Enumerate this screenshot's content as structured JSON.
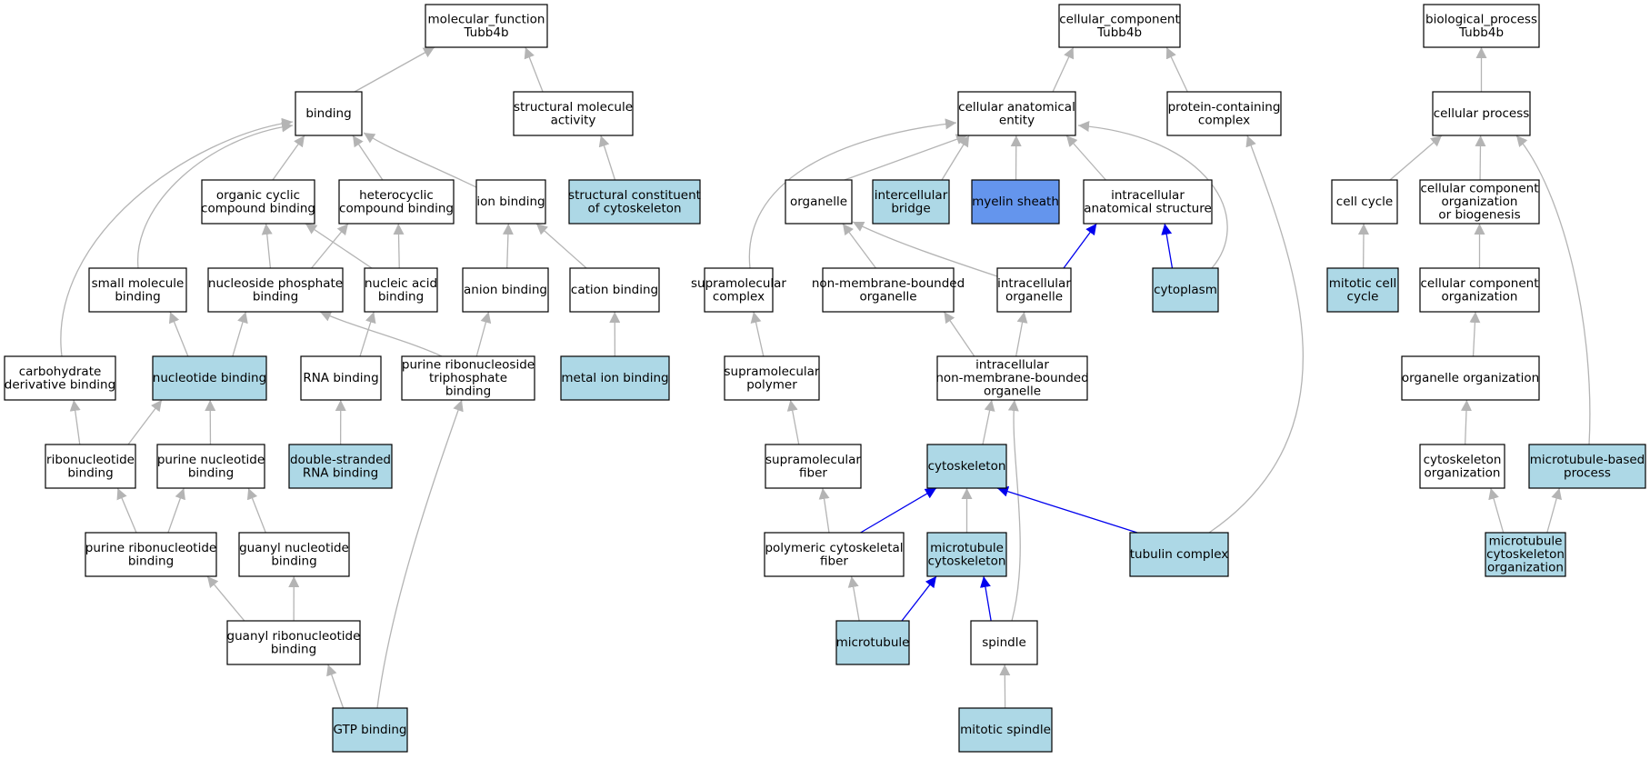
{
  "colors": {
    "plain_fill": "#ffffff",
    "annotated_fill": "#add8e6",
    "focus_fill": "#6495ed",
    "edge_grey": "#b4b4b4",
    "edge_blue": "#0000ee",
    "border": "#000000"
  },
  "nodes": [
    {
      "id": "mf_root",
      "lines": [
        "molecular_function",
        "Tubb4b"
      ],
      "style": "plain"
    },
    {
      "id": "binding",
      "lines": [
        "binding"
      ],
      "style": "plain"
    },
    {
      "id": "struct_mol",
      "lines": [
        "structural molecule",
        "activity"
      ],
      "style": "plain"
    },
    {
      "id": "org_cyclic",
      "lines": [
        "organic cyclic",
        "compound binding"
      ],
      "style": "plain"
    },
    {
      "id": "heterocyclic",
      "lines": [
        "heterocyclic",
        "compound binding"
      ],
      "style": "plain"
    },
    {
      "id": "ion_binding",
      "lines": [
        "ion binding"
      ],
      "style": "plain"
    },
    {
      "id": "struct_const",
      "lines": [
        "structural constituent",
        "of cytoskeleton"
      ],
      "style": "annotated"
    },
    {
      "id": "small_mol",
      "lines": [
        "small molecule",
        "binding"
      ],
      "style": "plain"
    },
    {
      "id": "nuc_phos",
      "lines": [
        "nucleoside phosphate",
        "binding"
      ],
      "style": "plain"
    },
    {
      "id": "nucleic_acid",
      "lines": [
        "nucleic acid",
        "binding"
      ],
      "style": "plain"
    },
    {
      "id": "anion",
      "lines": [
        "anion binding"
      ],
      "style": "plain"
    },
    {
      "id": "cation",
      "lines": [
        "cation binding"
      ],
      "style": "plain"
    },
    {
      "id": "carb",
      "lines": [
        "carbohydrate",
        "derivative binding"
      ],
      "style": "plain"
    },
    {
      "id": "nucleotide",
      "lines": [
        "nucleotide binding"
      ],
      "style": "annotated"
    },
    {
      "id": "rna",
      "lines": [
        "RNA binding"
      ],
      "style": "plain"
    },
    {
      "id": "purine_rnts",
      "lines": [
        "purine ribonucleoside",
        "triphosphate",
        "binding"
      ],
      "style": "plain"
    },
    {
      "id": "metal",
      "lines": [
        "metal ion binding"
      ],
      "style": "annotated"
    },
    {
      "id": "ribonuc",
      "lines": [
        "ribonucleotide",
        "binding"
      ],
      "style": "plain"
    },
    {
      "id": "purine_nuc",
      "lines": [
        "purine nucleotide",
        "binding"
      ],
      "style": "plain"
    },
    {
      "id": "dsrna",
      "lines": [
        "double-stranded",
        "RNA binding"
      ],
      "style": "annotated"
    },
    {
      "id": "purine_ribonuc",
      "lines": [
        "purine ribonucleotide",
        "binding"
      ],
      "style": "plain"
    },
    {
      "id": "guanyl_nuc",
      "lines": [
        "guanyl nucleotide",
        "binding"
      ],
      "style": "plain"
    },
    {
      "id": "guanyl_ribonuc",
      "lines": [
        "guanyl ribonucleotide",
        "binding"
      ],
      "style": "plain"
    },
    {
      "id": "gtp",
      "lines": [
        "GTP binding"
      ],
      "style": "annotated"
    },
    {
      "id": "cc_root",
      "lines": [
        "cellular_component",
        "Tubb4b"
      ],
      "style": "plain"
    },
    {
      "id": "cae",
      "lines": [
        "cellular anatomical",
        "entity"
      ],
      "style": "plain"
    },
    {
      "id": "pcc",
      "lines": [
        "protein-containing",
        "complex"
      ],
      "style": "plain"
    },
    {
      "id": "organelle",
      "lines": [
        "organelle"
      ],
      "style": "plain"
    },
    {
      "id": "icbridge",
      "lines": [
        "intercellular",
        "bridge"
      ],
      "style": "annotated"
    },
    {
      "id": "myelin",
      "lines": [
        "myelin sheath"
      ],
      "style": "focus"
    },
    {
      "id": "ias",
      "lines": [
        "intracellular",
        "anatomical structure"
      ],
      "style": "plain"
    },
    {
      "id": "supra_complex",
      "lines": [
        "supramolecular",
        "complex"
      ],
      "style": "plain"
    },
    {
      "id": "nmbo",
      "lines": [
        "non-membrane-bounded",
        "organelle"
      ],
      "style": "plain"
    },
    {
      "id": "ic_organelle",
      "lines": [
        "intracellular",
        "organelle"
      ],
      "style": "plain"
    },
    {
      "id": "cytoplasm",
      "lines": [
        "cytoplasm"
      ],
      "style": "annotated"
    },
    {
      "id": "supra_polymer",
      "lines": [
        "supramolecular",
        "polymer"
      ],
      "style": "plain"
    },
    {
      "id": "icnmbo",
      "lines": [
        "intracellular",
        "non-membrane-bounded",
        "organelle"
      ],
      "style": "plain"
    },
    {
      "id": "supra_fiber",
      "lines": [
        "supramolecular",
        "fiber"
      ],
      "style": "plain"
    },
    {
      "id": "cytoskeleton",
      "lines": [
        "cytoskeleton"
      ],
      "style": "annotated"
    },
    {
      "id": "poly_fiber",
      "lines": [
        "polymeric cytoskeletal",
        "fiber"
      ],
      "style": "plain"
    },
    {
      "id": "mt_cytoskel",
      "lines": [
        "microtubule",
        "cytoskeleton"
      ],
      "style": "annotated"
    },
    {
      "id": "tubulin",
      "lines": [
        "tubulin complex"
      ],
      "style": "annotated"
    },
    {
      "id": "microtubule",
      "lines": [
        "microtubule"
      ],
      "style": "annotated"
    },
    {
      "id": "spindle",
      "lines": [
        "spindle"
      ],
      "style": "plain"
    },
    {
      "id": "mitotic_spindle",
      "lines": [
        "mitotic spindle"
      ],
      "style": "annotated"
    },
    {
      "id": "bp_root",
      "lines": [
        "biological_process",
        "Tubb4b"
      ],
      "style": "plain"
    },
    {
      "id": "cell_proc",
      "lines": [
        "cellular process"
      ],
      "style": "plain"
    },
    {
      "id": "cell_cycle",
      "lines": [
        "cell cycle"
      ],
      "style": "plain"
    },
    {
      "id": "ccob",
      "lines": [
        "cellular component",
        "organization",
        "or biogenesis"
      ],
      "style": "plain"
    },
    {
      "id": "mitotic_cc",
      "lines": [
        "mitotic cell",
        "cycle"
      ],
      "style": "annotated"
    },
    {
      "id": "cco",
      "lines": [
        "cellular component",
        "organization"
      ],
      "style": "plain"
    },
    {
      "id": "org_org",
      "lines": [
        "organelle organization"
      ],
      "style": "plain"
    },
    {
      "id": "cyto_org",
      "lines": [
        "cytoskeleton",
        "organization"
      ],
      "style": "plain"
    },
    {
      "id": "mt_proc",
      "lines": [
        "microtubule-based",
        "process"
      ],
      "style": "annotated"
    },
    {
      "id": "mt_cyto_org",
      "lines": [
        "microtubule",
        "cytoskeleton",
        "organization"
      ],
      "style": "annotated"
    }
  ],
  "edges": [
    {
      "from": "binding",
      "to": "mf_root",
      "kind": "is_a"
    },
    {
      "from": "struct_mol",
      "to": "mf_root",
      "kind": "is_a"
    },
    {
      "from": "org_cyclic",
      "to": "binding",
      "kind": "is_a"
    },
    {
      "from": "heterocyclic",
      "to": "binding",
      "kind": "is_a"
    },
    {
      "from": "ion_binding",
      "to": "binding",
      "kind": "is_a"
    },
    {
      "from": "small_mol",
      "to": "binding",
      "kind": "is_a"
    },
    {
      "from": "carb",
      "to": "binding",
      "kind": "is_a"
    },
    {
      "from": "struct_const",
      "to": "struct_mol",
      "kind": "is_a"
    },
    {
      "from": "nuc_phos",
      "to": "org_cyclic",
      "kind": "is_a"
    },
    {
      "from": "nuc_phos",
      "to": "heterocyclic",
      "kind": "is_a"
    },
    {
      "from": "nucleic_acid",
      "to": "org_cyclic",
      "kind": "is_a"
    },
    {
      "from": "nucleic_acid",
      "to": "heterocyclic",
      "kind": "is_a"
    },
    {
      "from": "anion",
      "to": "ion_binding",
      "kind": "is_a"
    },
    {
      "from": "cation",
      "to": "ion_binding",
      "kind": "is_a"
    },
    {
      "from": "nucleotide",
      "to": "small_mol",
      "kind": "is_a"
    },
    {
      "from": "nucleotide",
      "to": "nuc_phos",
      "kind": "is_a"
    },
    {
      "from": "rna",
      "to": "nucleic_acid",
      "kind": "is_a"
    },
    {
      "from": "purine_rnts",
      "to": "nuc_phos",
      "kind": "is_a"
    },
    {
      "from": "purine_rnts",
      "to": "anion",
      "kind": "is_a"
    },
    {
      "from": "metal",
      "to": "cation",
      "kind": "is_a"
    },
    {
      "from": "ribonuc",
      "to": "carb",
      "kind": "is_a"
    },
    {
      "from": "ribonuc",
      "to": "nucleotide",
      "kind": "is_a"
    },
    {
      "from": "purine_nuc",
      "to": "nucleotide",
      "kind": "is_a"
    },
    {
      "from": "dsrna",
      "to": "rna",
      "kind": "is_a"
    },
    {
      "from": "purine_ribonuc",
      "to": "ribonuc",
      "kind": "is_a"
    },
    {
      "from": "purine_ribonuc",
      "to": "purine_nuc",
      "kind": "is_a"
    },
    {
      "from": "guanyl_nuc",
      "to": "purine_nuc",
      "kind": "is_a"
    },
    {
      "from": "guanyl_ribonuc",
      "to": "purine_ribonuc",
      "kind": "is_a"
    },
    {
      "from": "guanyl_ribonuc",
      "to": "guanyl_nuc",
      "kind": "is_a"
    },
    {
      "from": "gtp",
      "to": "guanyl_ribonuc",
      "kind": "is_a"
    },
    {
      "from": "gtp",
      "to": "purine_rnts",
      "kind": "is_a"
    },
    {
      "from": "cae",
      "to": "cc_root",
      "kind": "is_a"
    },
    {
      "from": "pcc",
      "to": "cc_root",
      "kind": "is_a"
    },
    {
      "from": "organelle",
      "to": "cae",
      "kind": "is_a"
    },
    {
      "from": "icbridge",
      "to": "cae",
      "kind": "is_a"
    },
    {
      "from": "myelin",
      "to": "cae",
      "kind": "is_a"
    },
    {
      "from": "ias",
      "to": "cae",
      "kind": "is_a"
    },
    {
      "from": "supra_complex",
      "to": "cae",
      "kind": "is_a"
    },
    {
      "from": "cytoplasm",
      "to": "cae",
      "kind": "is_a"
    },
    {
      "from": "nmbo",
      "to": "organelle",
      "kind": "is_a"
    },
    {
      "from": "ic_organelle",
      "to": "organelle",
      "kind": "is_a"
    },
    {
      "from": "ic_organelle",
      "to": "ias",
      "kind": "part_of"
    },
    {
      "from": "cytoplasm",
      "to": "ias",
      "kind": "part_of"
    },
    {
      "from": "supra_polymer",
      "to": "supra_complex",
      "kind": "is_a"
    },
    {
      "from": "icnmbo",
      "to": "nmbo",
      "kind": "is_a"
    },
    {
      "from": "icnmbo",
      "to": "ic_organelle",
      "kind": "is_a"
    },
    {
      "from": "supra_fiber",
      "to": "supra_polymer",
      "kind": "is_a"
    },
    {
      "from": "cytoskeleton",
      "to": "icnmbo",
      "kind": "is_a"
    },
    {
      "from": "spindle",
      "to": "icnmbo",
      "kind": "is_a"
    },
    {
      "from": "poly_fiber",
      "to": "supra_fiber",
      "kind": "is_a"
    },
    {
      "from": "poly_fiber",
      "to": "cytoskeleton",
      "kind": "part_of"
    },
    {
      "from": "mt_cytoskel",
      "to": "cytoskeleton",
      "kind": "is_a"
    },
    {
      "from": "tubulin",
      "to": "cytoskeleton",
      "kind": "part_of"
    },
    {
      "from": "tubulin",
      "to": "pcc",
      "kind": "is_a"
    },
    {
      "from": "microtubule",
      "to": "poly_fiber",
      "kind": "is_a"
    },
    {
      "from": "microtubule",
      "to": "mt_cytoskel",
      "kind": "part_of"
    },
    {
      "from": "spindle",
      "to": "mt_cytoskel",
      "kind": "part_of"
    },
    {
      "from": "mitotic_spindle",
      "to": "spindle",
      "kind": "is_a"
    },
    {
      "from": "cell_proc",
      "to": "bp_root",
      "kind": "is_a"
    },
    {
      "from": "cell_cycle",
      "to": "cell_proc",
      "kind": "is_a"
    },
    {
      "from": "ccob",
      "to": "cell_proc",
      "kind": "is_a"
    },
    {
      "from": "mt_proc",
      "to": "cell_proc",
      "kind": "is_a"
    },
    {
      "from": "mitotic_cc",
      "to": "cell_cycle",
      "kind": "is_a"
    },
    {
      "from": "cco",
      "to": "ccob",
      "kind": "is_a"
    },
    {
      "from": "org_org",
      "to": "cco",
      "kind": "is_a"
    },
    {
      "from": "cyto_org",
      "to": "org_org",
      "kind": "is_a"
    },
    {
      "from": "mt_cyto_org",
      "to": "cyto_org",
      "kind": "is_a"
    },
    {
      "from": "mt_cyto_org",
      "to": "mt_proc",
      "kind": "is_a"
    }
  ]
}
